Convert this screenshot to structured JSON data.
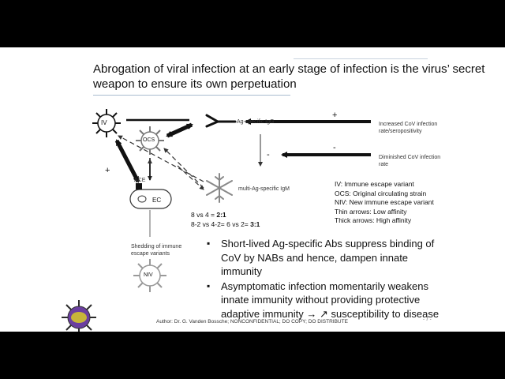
{
  "title": "Abrogation of viral infection at an early stage of infection is the virus’ secret weapon to ensure its own perpetuation",
  "nodes": {
    "iv": "IV",
    "ocs": "OCS",
    "ec": "EC",
    "ace": "ACE",
    "niv": "NIV",
    "ag_igg": "Ag-specific IgG",
    "multi_igm": "multi-Ag-specific IgM",
    "shedding": "Shedding of immune escape variants"
  },
  "signs": {
    "plus_top": "+",
    "minus_mid": "-",
    "minus_right": "-",
    "plus_left": "+"
  },
  "right_labels": {
    "increased": "Increased CoV infection rate/seropositivity",
    "diminished": "Diminished CoV infection rate"
  },
  "legend": [
    "IV: Immune escape variant",
    "OCS: Original circulating strain",
    "NIV: New immune escape variant",
    "Thin arrows: Low affinity",
    "Thick arrows: High affinity"
  ],
  "ratios": {
    "line1_prefix": "8 vs 4 = ",
    "line1_bold": "2:1",
    "line2_prefix": "8-2 vs 4-2= 6 vs 2= ",
    "line2_bold": "3:1"
  },
  "bullets": [
    "Short-lived Ag-specific Abs suppress binding of CoV by NABs and  hence, dampen innate immunity",
    "Asymptomatic infection momentarily weakens innate immunity without providing protective adaptive immunity → ↗ susceptibility to disease"
  ],
  "footer": "Author: Dr. G. Vanden Bossche; NONCONFIDENTIAL; DO COPY; DO DISTRIBUTE",
  "page_number": "- 7 -"
}
